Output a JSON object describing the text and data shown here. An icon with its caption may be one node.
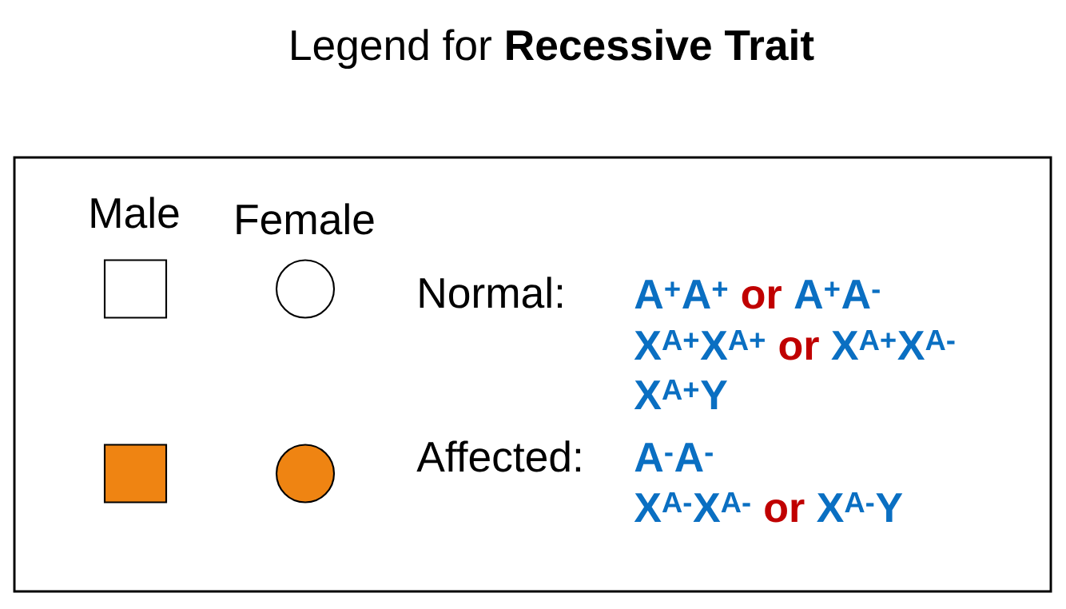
{
  "diagram": {
    "title": "Legend for **Recessive Trait**",
    "nodes": [
      {
        "text": [],
        "shape": "box"
      },
      {
        "text": [],
        "shape": "circle"
      },
      {
        "text": [],
        "shape": "box"
      },
      {
        "text": [],
        "shape": "circle"
      }
    ],
    "labels": [
      "Male",
      "Female",
      "A$^{+}$A$^{+}$",
      "or",
      "A$^{+}$A$^{-}$",
      "X$^{A+}$X$^{A+}$",
      "or",
      "X$^{A+}$X$^{A-}$",
      "X$^{A+}$Y",
      "A$^{-}$A$^{-}$",
      "X$^{A-}$X$^{A-}$",
      "or",
      "X$^{A-}$Y"
    ],
    "legend": [
      {
        "text": "Normal:"
      },
      {
        "text": "Affected:",
        "color": "#ef8412"
      }
    ]
  }
}
